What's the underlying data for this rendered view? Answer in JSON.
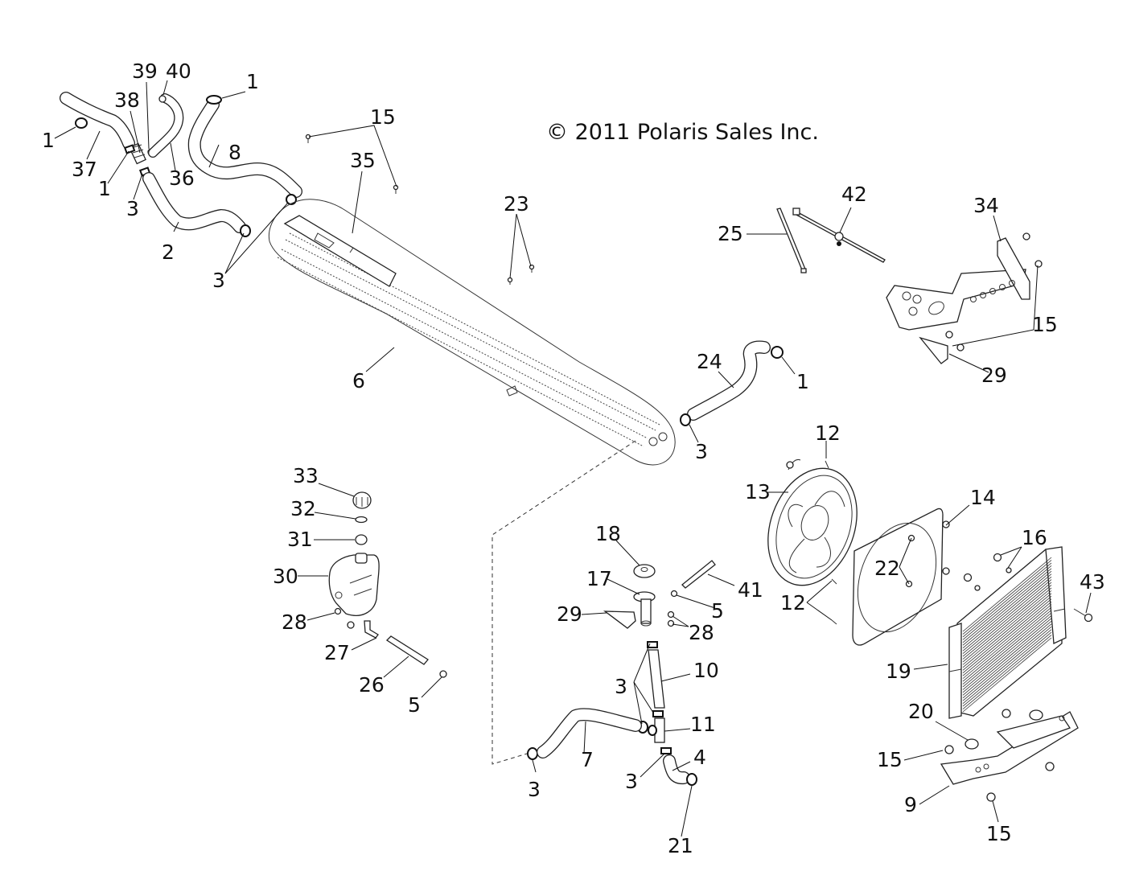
{
  "diagram": {
    "copyright": "© 2011 Polaris Sales Inc.",
    "title_context": "Cooling system exploded view",
    "callouts": [
      {
        "id": "c1a",
        "label": "1"
      },
      {
        "id": "c37",
        "label": "37"
      },
      {
        "id": "c38",
        "label": "38"
      },
      {
        "id": "c39",
        "label": "39"
      },
      {
        "id": "c40",
        "label": "40"
      },
      {
        "id": "c1b",
        "label": "1"
      },
      {
        "id": "c1c",
        "label": "1"
      },
      {
        "id": "c36",
        "label": "36"
      },
      {
        "id": "c8",
        "label": "8"
      },
      {
        "id": "c3a",
        "label": "3"
      },
      {
        "id": "c2",
        "label": "2"
      },
      {
        "id": "c3b",
        "label": "3"
      },
      {
        "id": "c15a",
        "label": "15"
      },
      {
        "id": "c35",
        "label": "35"
      },
      {
        "id": "c23",
        "label": "23"
      },
      {
        "id": "c6",
        "label": "6"
      },
      {
        "id": "c25",
        "label": "25"
      },
      {
        "id": "c42",
        "label": "42"
      },
      {
        "id": "c34",
        "label": "34"
      },
      {
        "id": "c15b",
        "label": "15"
      },
      {
        "id": "c29a",
        "label": "29"
      },
      {
        "id": "c24",
        "label": "24"
      },
      {
        "id": "c1d",
        "label": "1"
      },
      {
        "id": "c3c",
        "label": "3"
      },
      {
        "id": "c12a",
        "label": "12"
      },
      {
        "id": "c13",
        "label": "13"
      },
      {
        "id": "c14",
        "label": "14"
      },
      {
        "id": "c16",
        "label": "16"
      },
      {
        "id": "c22",
        "label": "22"
      },
      {
        "id": "c12b",
        "label": "12"
      },
      {
        "id": "c43",
        "label": "43"
      },
      {
        "id": "c19",
        "label": "19"
      },
      {
        "id": "c20",
        "label": "20"
      },
      {
        "id": "c15c",
        "label": "15"
      },
      {
        "id": "c9",
        "label": "9"
      },
      {
        "id": "c15d",
        "label": "15"
      },
      {
        "id": "c33",
        "label": "33"
      },
      {
        "id": "c32",
        "label": "32"
      },
      {
        "id": "c31",
        "label": "31"
      },
      {
        "id": "c30",
        "label": "30"
      },
      {
        "id": "c28a",
        "label": "28"
      },
      {
        "id": "c27",
        "label": "27"
      },
      {
        "id": "c26",
        "label": "26"
      },
      {
        "id": "c5a",
        "label": "5"
      },
      {
        "id": "c18",
        "label": "18"
      },
      {
        "id": "c17",
        "label": "17"
      },
      {
        "id": "c41",
        "label": "41"
      },
      {
        "id": "c29b",
        "label": "29"
      },
      {
        "id": "c5b",
        "label": "5"
      },
      {
        "id": "c28b",
        "label": "28"
      },
      {
        "id": "c10",
        "label": "10"
      },
      {
        "id": "c3d",
        "label": "3"
      },
      {
        "id": "c11",
        "label": "11"
      },
      {
        "id": "c7",
        "label": "7"
      },
      {
        "id": "c3e",
        "label": "3"
      },
      {
        "id": "c4",
        "label": "4"
      },
      {
        "id": "c3f",
        "label": "3"
      },
      {
        "id": "c21",
        "label": "21"
      }
    ]
  }
}
